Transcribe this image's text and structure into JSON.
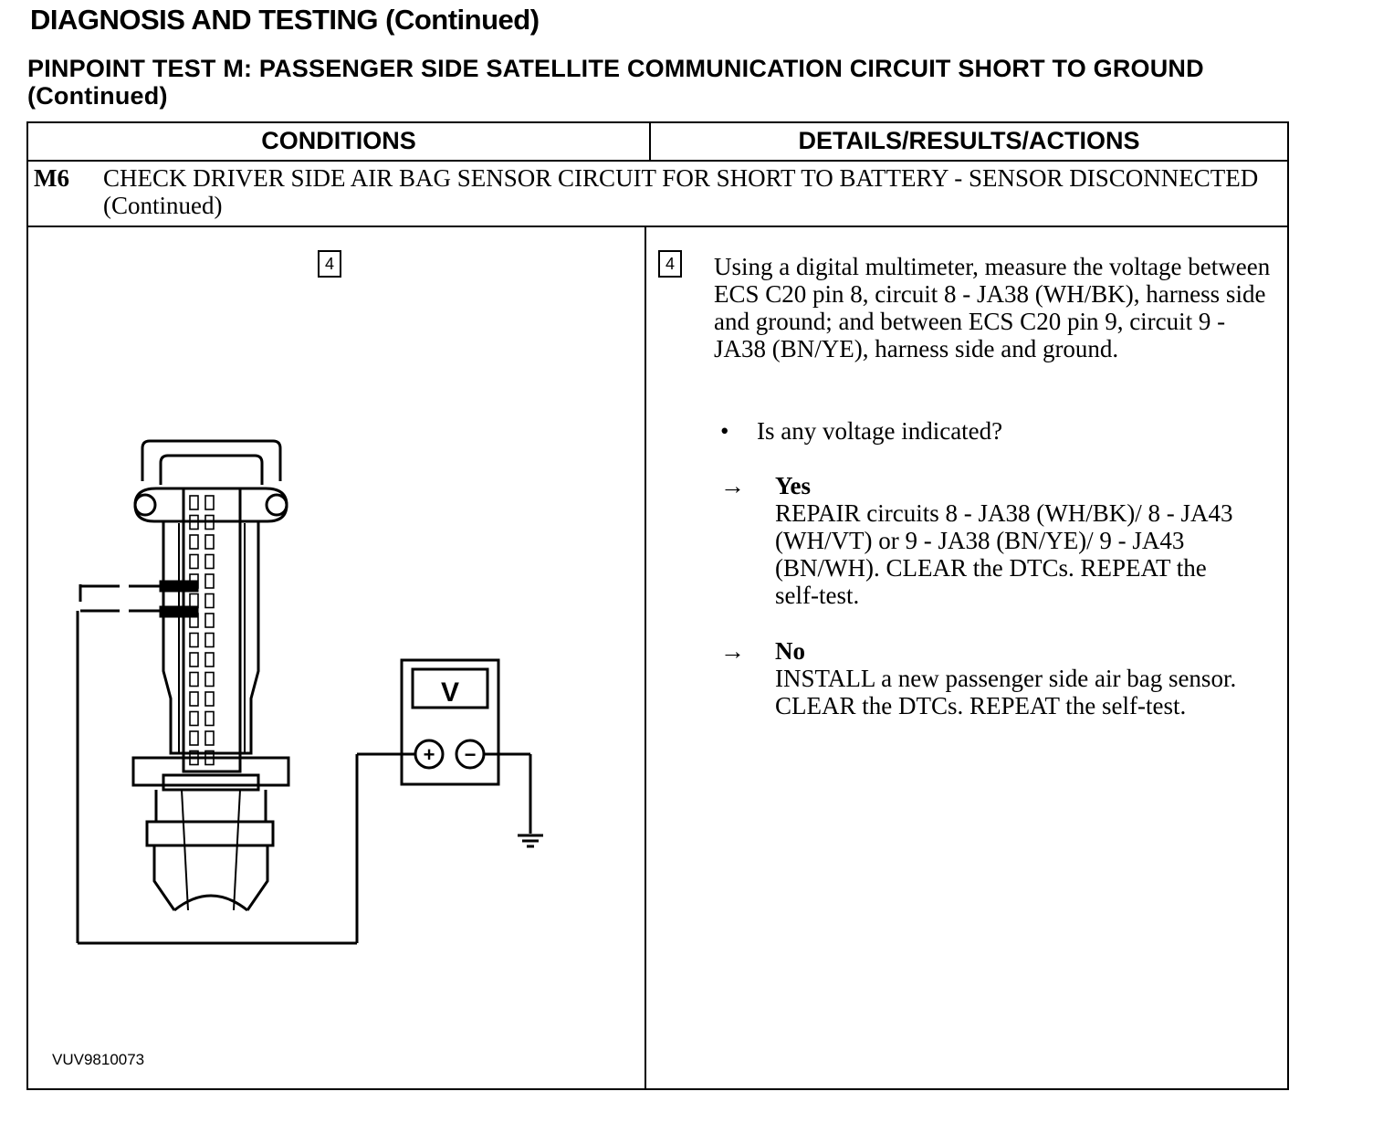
{
  "header": {
    "title": "DIAGNOSIS AND TESTING (Continued)",
    "subtitle": "PINPOINT TEST M: PASSENGER SIDE SATELLITE COMMUNICATION CIRCUIT SHORT TO GROUND (Continued)"
  },
  "table": {
    "col_conditions": "CONDITIONS",
    "col_details": "DETAILS/RESULTS/ACTIONS",
    "step": {
      "id": "M6",
      "title": "CHECK DRIVER SIDE AIR BAG SENSOR CIRCUIT FOR SHORT TO BATTERY - SENSOR DISCONNECTED (Continued)"
    },
    "substep_number": "4",
    "instruction": "Using a digital multimeter, measure the voltage between ECS C20 pin 8, circuit 8 - JA38 (WH/BK), harness side and ground; and between ECS C20 pin 9, circuit 9 - JA38 (BN/YE), harness side and ground.",
    "question": "Is any voltage indicated?",
    "bullet": "•",
    "arrow": "→",
    "yes": {
      "label": "Yes",
      "action": "REPAIR circuits 8 - JA38 (WH/BK)/ 8 - JA43 (WH/VT) or 9 - JA38 (BN/YE)/ 9 - JA43 (BN/WH). CLEAR the DTCs. REPEAT the self-test."
    },
    "no": {
      "label": "No",
      "action": "INSTALL a new passenger side air bag sensor. CLEAR the DTCs. REPEAT the self-test."
    }
  },
  "figure": {
    "meter_label": "V",
    "plus_symbol": "+",
    "minus_symbol": "−",
    "figure_code": "VUV9810073"
  }
}
